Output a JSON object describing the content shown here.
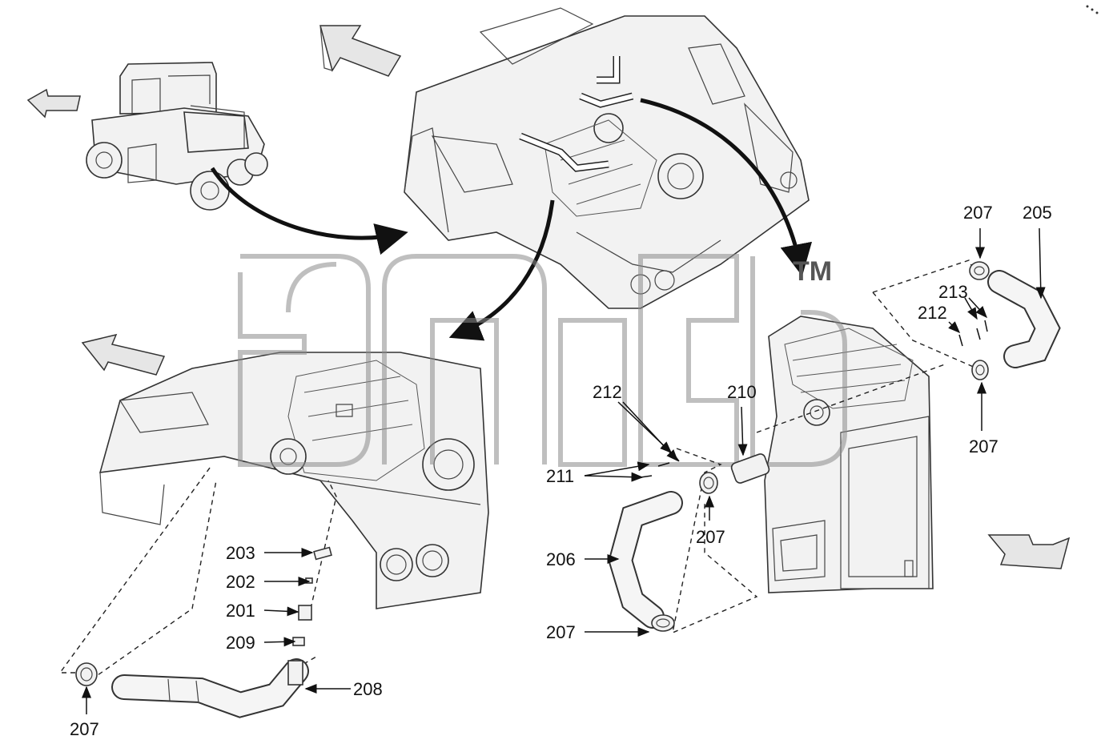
{
  "callouts": {
    "c207_top": "207",
    "c205": "205",
    "c213": "213",
    "c212_right": "212",
    "c207_right": "207",
    "c212_mid": "212",
    "c210": "210",
    "c211": "211",
    "c207_mid": "207",
    "c206": "206",
    "c207_low": "207",
    "c203": "203",
    "c202": "202",
    "c201": "201",
    "c209": "209",
    "c208": "208",
    "c207_left": "207"
  },
  "watermark": {
    "trademark": "TM"
  },
  "icons": [
    "direction-arrow",
    "forklift-truck",
    "engine-assembly",
    "hose",
    "hose-clamp",
    "bolt"
  ],
  "colors": {
    "ink": "#111111",
    "part_fill": "#f2f2f2",
    "watermark": "#8a8a8a"
  }
}
